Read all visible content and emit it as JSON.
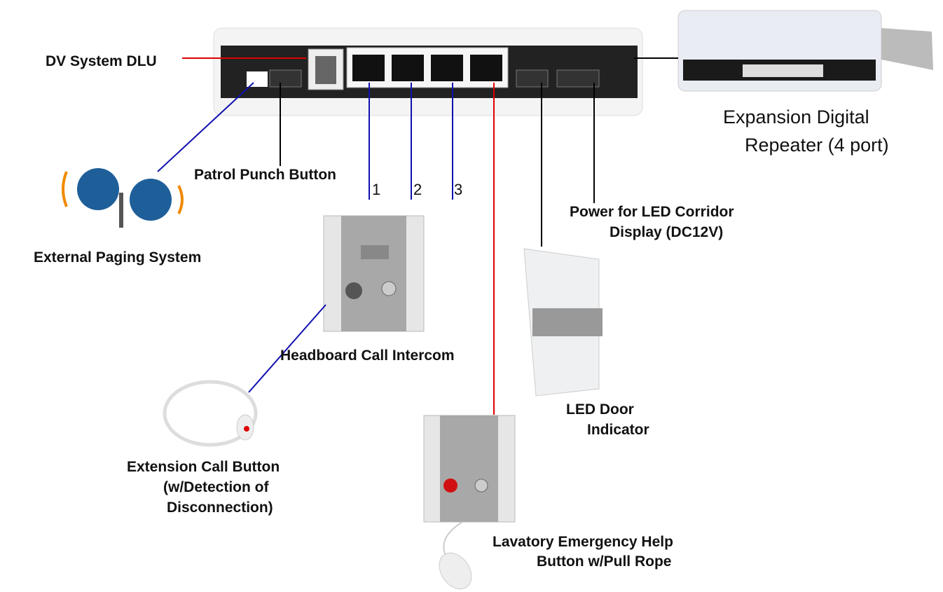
{
  "title": "DV System DLU connection diagram",
  "labels": {
    "dlu": "DV System DLU",
    "patrol": "Patrol Punch Button",
    "port1": "1",
    "port2": "2",
    "port3": "3",
    "paging": "External Paging System",
    "headboard": "Headboard Call Intercom",
    "extension": [
      "Extension Call Button",
      "(w/Detection of",
      "Disconnection)"
    ],
    "lavatory": [
      "Lavatory Emergency Help",
      "Button w/Pull Rope"
    ],
    "door": [
      "LED Door",
      "Indicator"
    ],
    "power": [
      "Power for LED Corridor",
      "Display (DC12V)"
    ],
    "repeater": [
      "Expansion Digital",
      "Repeater (4 port)"
    ]
  },
  "colors": {
    "red": "#e00000",
    "blue": "#1010b0",
    "black": "#000000"
  }
}
